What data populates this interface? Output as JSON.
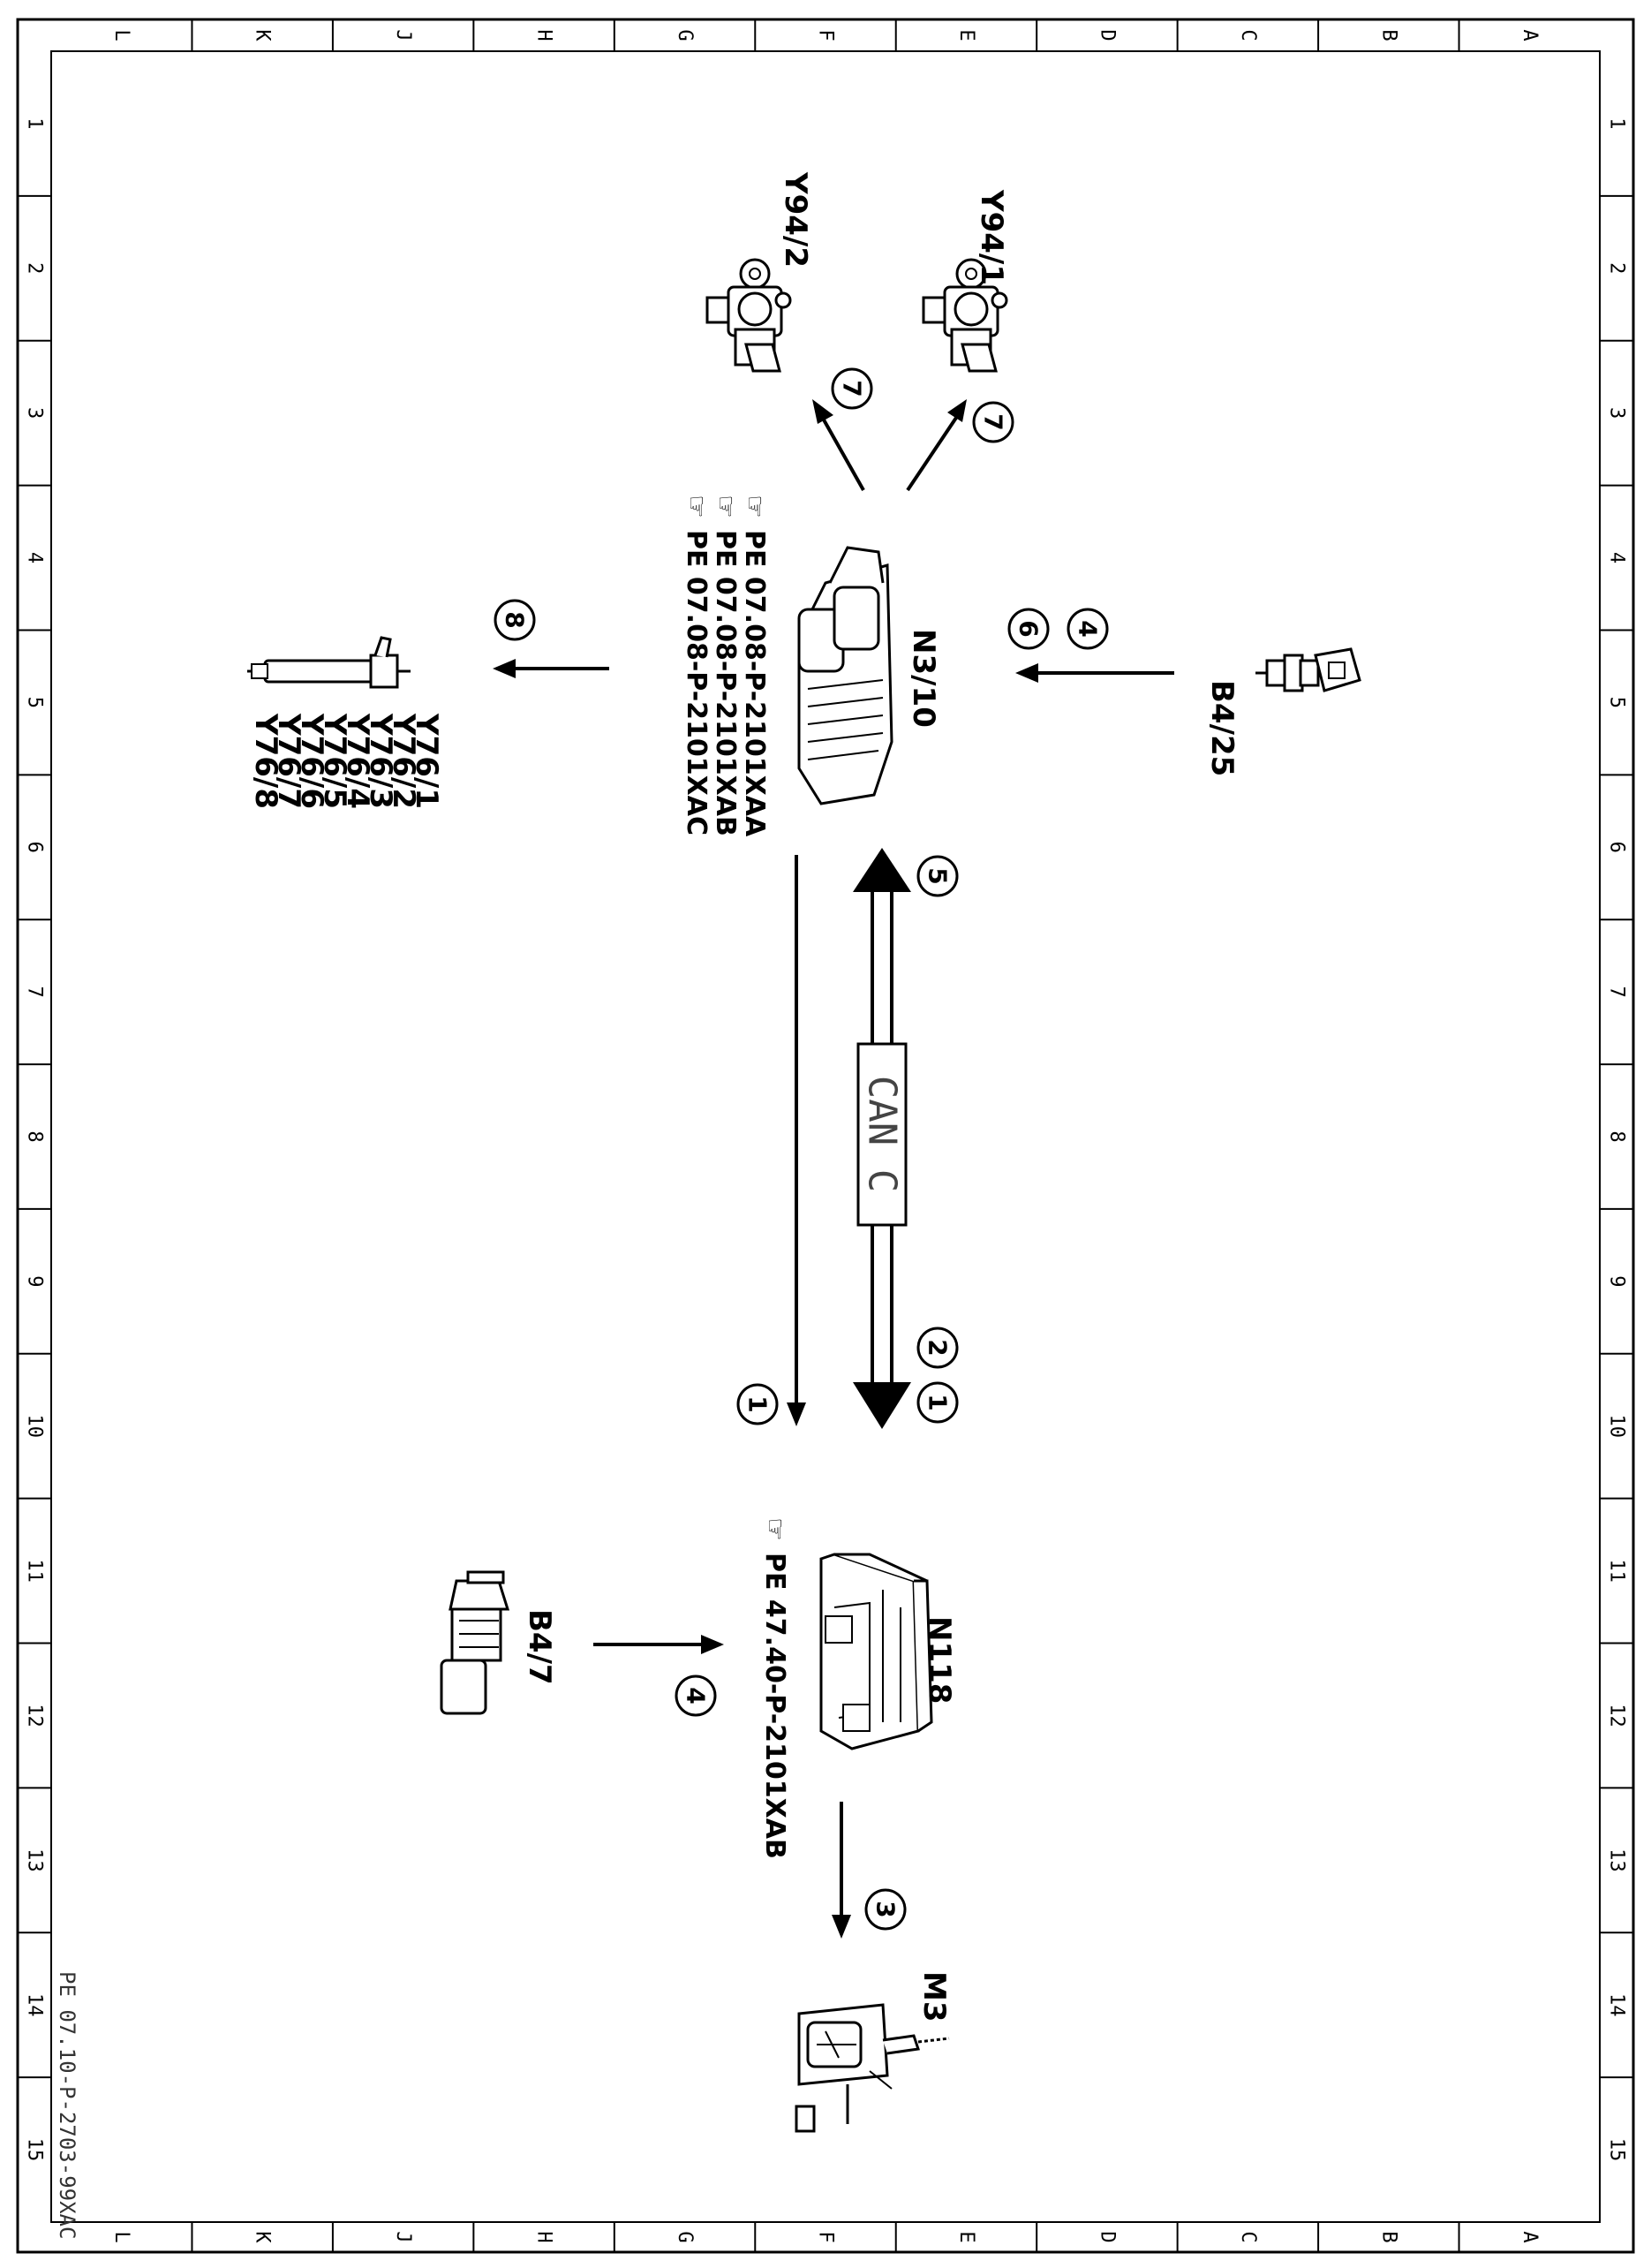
{
  "frame": {
    "columns": [
      "L",
      "K",
      "J",
      "H",
      "G",
      "F",
      "E",
      "D",
      "C",
      "B",
      "A"
    ],
    "rows": [
      "1",
      "2",
      "3",
      "4",
      "5",
      "6",
      "7",
      "8",
      "9",
      "10",
      "11",
      "12",
      "13",
      "14",
      "15"
    ]
  },
  "components": {
    "y94_2": "Y94/2",
    "y94_1": "Y94/1",
    "n3_10": "N3/10",
    "b4_25": "B4/25",
    "n118": "N118",
    "b4_7": "B4/7",
    "m3": "M3",
    "y76": [
      "Y76/1",
      "Y76/2",
      "Y76/3",
      "Y76/4",
      "Y76/5",
      "Y76/6",
      "Y76/7",
      "Y76/8"
    ]
  },
  "references": {
    "n3_10": [
      "PE 07.08-P-2101XAA",
      "PE 07.08-P-2101XAB",
      "PE 07.08-P-2101XAC"
    ],
    "n118": [
      "PE 47.40-P-2101XAB"
    ]
  },
  "bus": {
    "label": "CAN C"
  },
  "callouts": {
    "arrow_y94_2": "7",
    "arrow_y94_1": "7",
    "arrow_y76": "8",
    "arrow_b4_25_a": "4",
    "arrow_b4_25_b": "6",
    "arrow_can_up": "5",
    "arrow_can_down_a": "2",
    "arrow_can_down_b": "1",
    "arrow_down": "1",
    "arrow_b4_7": "4",
    "arrow_m3": "3"
  },
  "footer": {
    "code": "PE 07.10-P-2703-99XAC"
  }
}
